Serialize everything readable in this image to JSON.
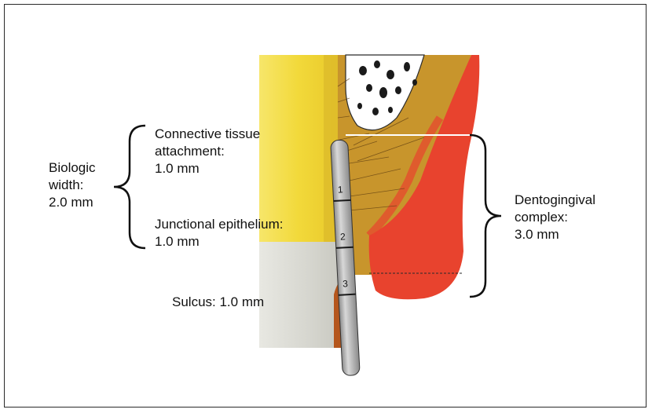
{
  "labels": {
    "biologic_width": [
      "Biologic",
      "width:",
      "2.0 mm"
    ],
    "connective_tissue": [
      "Connective tissue",
      "attachment:",
      "1.0 mm"
    ],
    "junctional_epithelium": [
      "Junctional epithelium:",
      "1.0 mm"
    ],
    "sulcus": "Sulcus: 1.0 mm",
    "dentogingival_complex": [
      "Dentogingival",
      "complex:",
      "3.0 mm"
    ]
  },
  "probe": {
    "marks": [
      "1",
      "2",
      "3"
    ]
  },
  "colors": {
    "enamel_yellow": "#f4e04a",
    "gingiva_red": "#e8432e",
    "connective_ochre": "#c8952c",
    "bone_white": "#ffffff",
    "probe_gray": "#b5b5b5",
    "crown_gray": "#dcdcd6",
    "sulcus_brown": "#b5561c"
  }
}
